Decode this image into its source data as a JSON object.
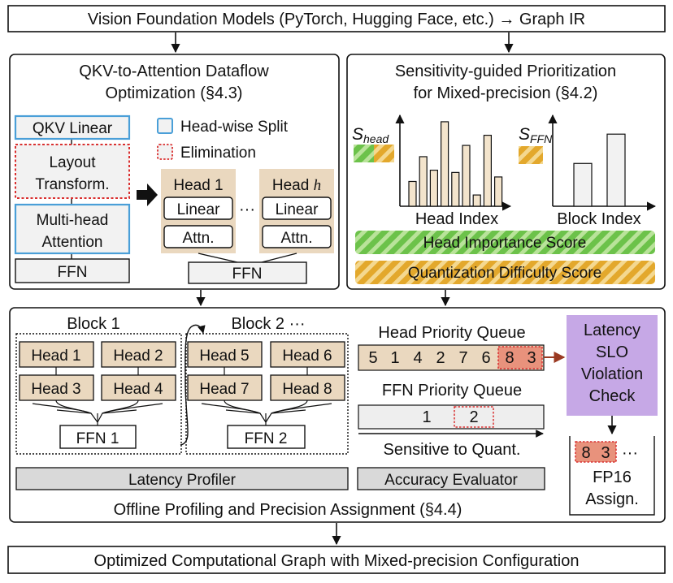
{
  "colors": {
    "blue_border": "#4a9fd8",
    "red_dotted": "#d93030",
    "head_fill": "#ead8bf",
    "green": "#6cc24a",
    "orange": "#e3a82c",
    "fp16_red": "#e8927c",
    "latency_purple": "#c6a8e6",
    "gray_bar": "#d9d9d9",
    "bar_fill": "#f3e4cc",
    "arrow_brown": "#9a3a22"
  },
  "top_input": "Vision Foundation Models (PyTorch, Hugging Face, etc.) → Graph IR",
  "bottom_output": "Optimized Computational Graph with Mixed-precision Configuration",
  "left_panel": {
    "title_line1": "QKV-to-Attention Dataflow",
    "title_line2": "Optimization (§4.3)",
    "qkv_linear": "QKV Linear",
    "layout_line1": "Layout",
    "layout_line2": "Transform.",
    "mha_line1": "Multi-head",
    "mha_line2": "Attention",
    "ffn": "FFN",
    "legend_split": "Head-wise Split",
    "legend_elim": "Elimination",
    "head1": "Head 1",
    "headh_prefix": "Head ",
    "headh_var": "h",
    "linear": "Linear",
    "attn": "Attn.",
    "dots": "···",
    "ffn_right": "FFN"
  },
  "right_panel": {
    "title_line1": "Sensitivity-guided Prioritization",
    "title_line2": "for Mixed-precision (§4.2)",
    "s_head_main": "S",
    "s_head_sub": "head",
    "s_ffn_main": "S",
    "s_ffn_sub": "FFN",
    "head_index_label": "Head Index",
    "block_index_label": "Block Index",
    "head_importance": "Head Importance Score",
    "quant_difficulty": "Quantization Difficulty Score"
  },
  "chart_data": [
    {
      "type": "bar",
      "xlabel": "Head Index",
      "ylabel": "",
      "values": [
        2.2,
        4.4,
        3.2,
        7.5,
        3.0,
        5.4,
        1.0,
        6.3,
        2.6
      ],
      "ylim": [
        0,
        8
      ]
    },
    {
      "type": "bar",
      "xlabel": "Block Index",
      "ylabel": "",
      "values": [
        3.8,
        6.4
      ],
      "ylim": [
        0,
        8
      ]
    }
  ],
  "bottom_panel": {
    "block1": "Block 1",
    "block2": "Block 2 ···",
    "heads": [
      "Head 1",
      "Head 2",
      "Head 3",
      "Head 4",
      "Head 5",
      "Head 6",
      "Head 7",
      "Head 8"
    ],
    "ffn1": "FFN 1",
    "ffn2": "FFN 2",
    "latency_profiler": "Latency Profiler",
    "accuracy_evaluator": "Accuracy Evaluator",
    "head_queue_title": "Head Priority Queue",
    "head_queue": [
      "5",
      "1",
      "4",
      "2",
      "7",
      "6"
    ],
    "head_queue_fp16": [
      "8",
      "3"
    ],
    "ffn_queue_title": "FFN Priority Queue",
    "ffn_queue": [
      "1",
      "2"
    ],
    "sensitive": "Sensitive to Quant.",
    "latency_line1": "Latency",
    "latency_line2": "SLO",
    "latency_line3": "Violation",
    "latency_line4": "Check",
    "fp16_items": [
      "8",
      "3"
    ],
    "fp16_dots": "···",
    "fp16_label1": "FP16",
    "fp16_label2": "Assign.",
    "panel_title": "Offline Profiling and Precision Assignment (§4.4)"
  }
}
